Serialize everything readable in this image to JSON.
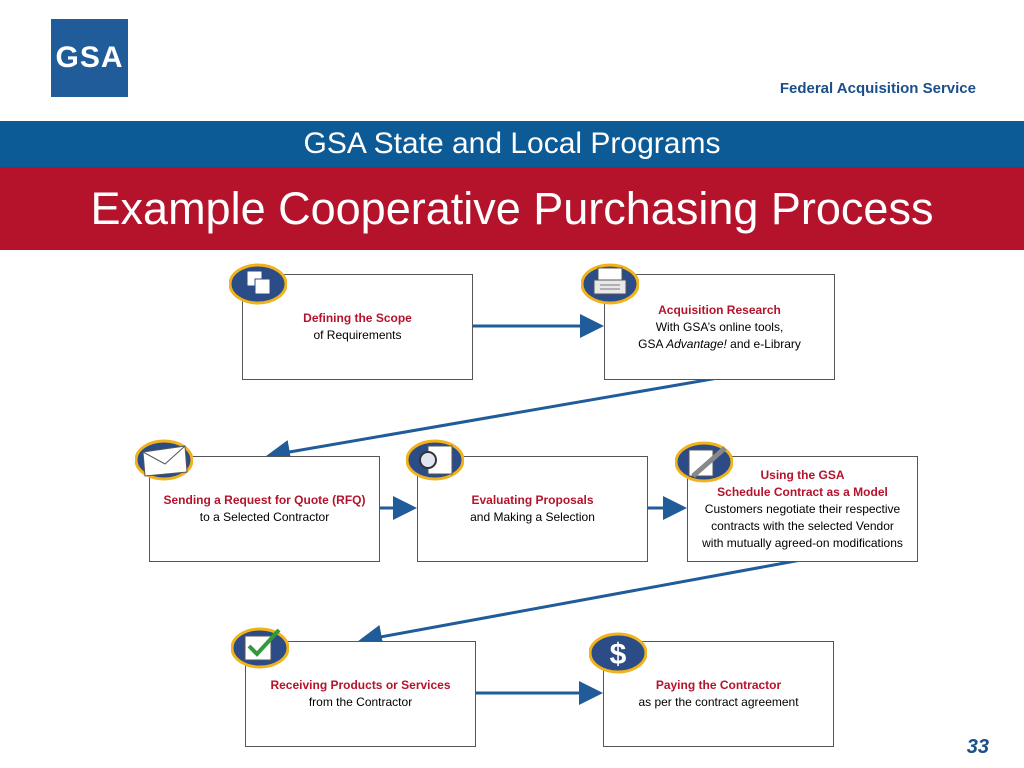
{
  "header": {
    "logo_text": "GSA",
    "service_name": "Federal Acquisition Service",
    "program_title": "GSA State and Local Programs",
    "slide_title": "Example Cooperative Purchasing Process"
  },
  "steps": [
    {
      "title": "Defining the Scope",
      "lines": [
        "of Requirements"
      ],
      "icon": "documents-icon"
    },
    {
      "title": "Acquisition Research",
      "lines": [
        "With GSA’s online tools,"
      ],
      "line2_prefix": "GSA ",
      "line2_italic": "Advantage!",
      "line2_suffix": " and e-Library",
      "icon": "printer-icon"
    },
    {
      "title": "Sending a Request for Quote (RFQ)",
      "lines": [
        "to a Selected Contractor"
      ],
      "icon": "envelope-icon"
    },
    {
      "title": "Evaluating Proposals",
      "lines": [
        "and Making a Selection"
      ],
      "icon": "magnifier-icon"
    },
    {
      "title": "Using the GSA",
      "title2": "Schedule Contract as a Model",
      "lines": [
        "Customers negotiate their respective",
        "contracts with the selected Vendor",
        "with mutually agreed-on modifications"
      ],
      "icon": "pencil-icon"
    },
    {
      "title": "Receiving Products or Services",
      "lines": [
        "from the Contractor"
      ],
      "icon": "checkmark-icon"
    },
    {
      "title": "Paying the Contractor",
      "lines": [
        "as per the contract agreement"
      ],
      "icon": "dollar-icon"
    }
  ],
  "page_number": "33",
  "colors": {
    "blue": "#0c5a96",
    "red": "#b5132b",
    "arrow": "#1f5c99",
    "icon_ring": "#f2b21b",
    "icon_fill": "#2b4c86"
  }
}
